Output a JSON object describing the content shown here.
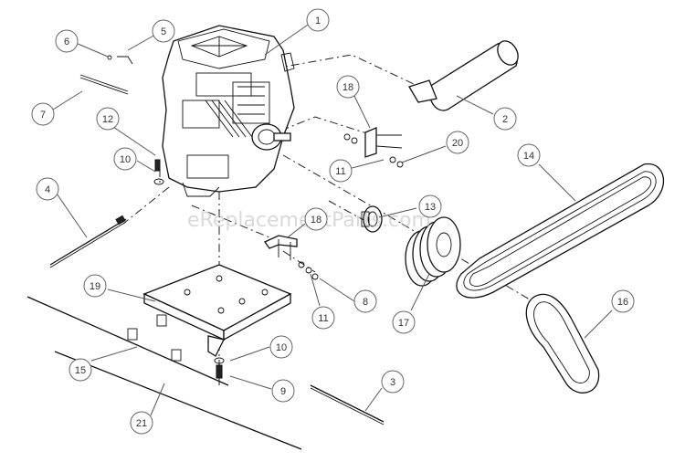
{
  "watermark": "eReplacementParts.com",
  "callouts": [
    "1",
    "2",
    "3",
    "4",
    "5",
    "6",
    "7",
    "8",
    "9",
    "10",
    "10",
    "11",
    "11",
    "12",
    "13",
    "14",
    "15",
    "16",
    "17",
    "18",
    "18",
    "19",
    "20",
    "21"
  ]
}
